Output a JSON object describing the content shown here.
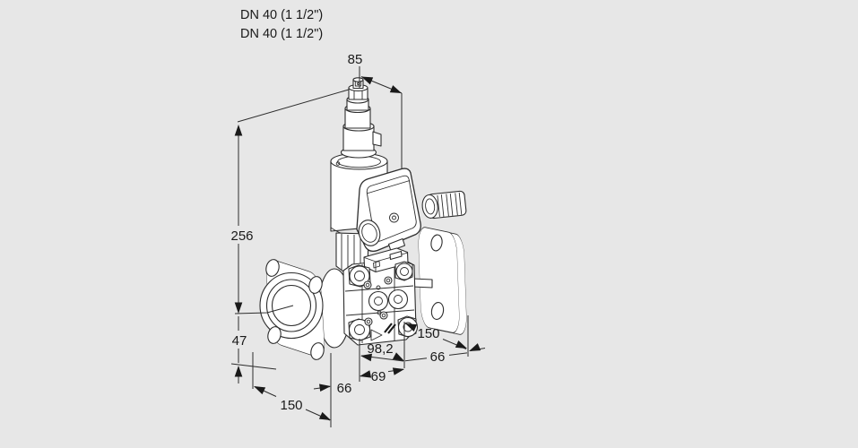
{
  "page": {
    "background": "#e7e7e7",
    "line_color": "#2d2d2d",
    "text_color": "#1a1a1a",
    "drawing_subject": "flanged gas solenoid valve, isometric dimension drawing"
  },
  "annotations": {
    "dn_label_1": "DN 40 (1 1/2\")",
    "dn_label_2": "DN 40 (1 1/2\")"
  },
  "dimensions": {
    "top_width": "85",
    "height_above_center": "256",
    "below_center": "47",
    "flange_size_left": "150",
    "offset_left": "66",
    "offset_mid": "69",
    "body_length": "98,2",
    "flange_size_right": "150",
    "offset_right": "66"
  }
}
